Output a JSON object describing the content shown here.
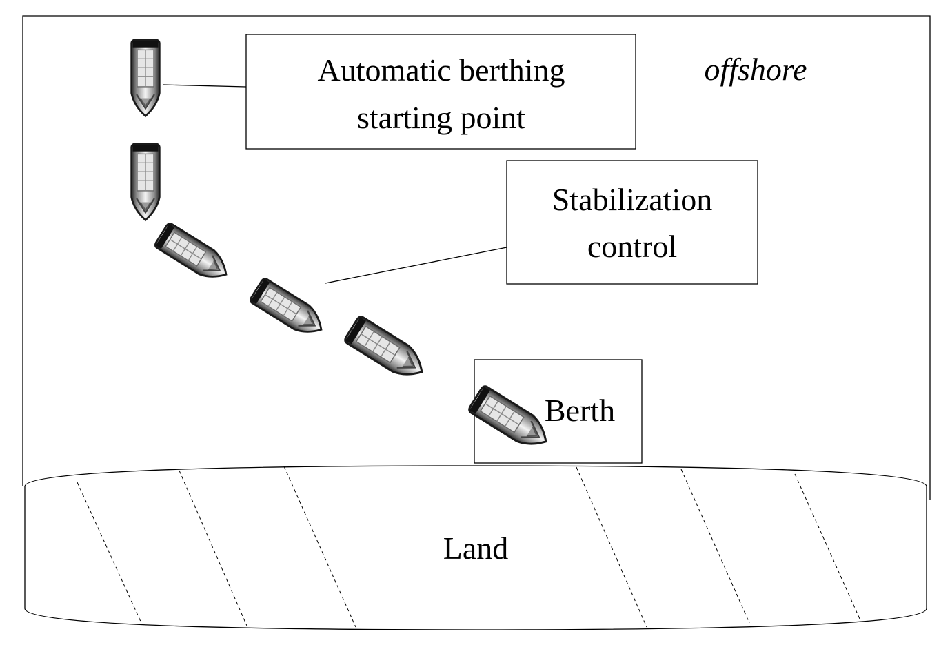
{
  "labels": {
    "start_line1": "Automatic berthing",
    "start_line2": "starting point",
    "offshore": "offshore",
    "stab_line1": "Stabilization",
    "stab_line2": "control",
    "berth": "Berth",
    "land": "Land"
  },
  "icons": {
    "vessel": "ship-icon"
  },
  "colors": {
    "stroke": "#000000",
    "background": "#ffffff"
  }
}
